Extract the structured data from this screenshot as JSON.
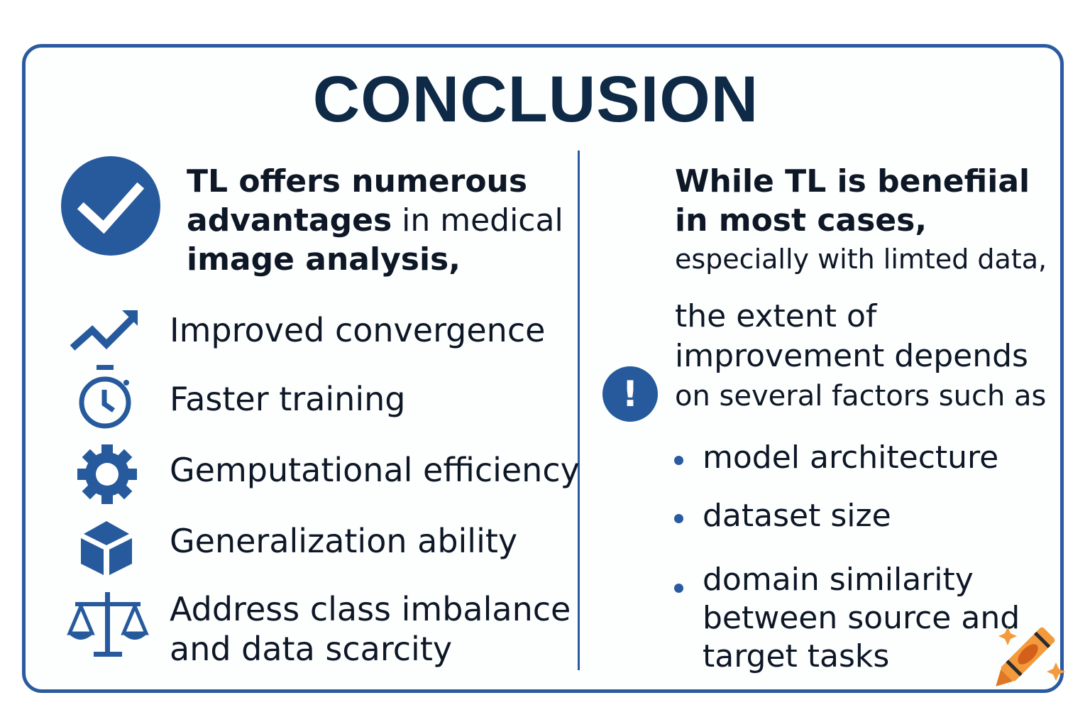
{
  "title": "CONCLUSION",
  "colors": {
    "primary_blue": "#265a9c",
    "title_navy": "#0e2a47",
    "text": "#0d1726",
    "crayon_orange": "#f39a3c"
  },
  "left": {
    "intro": {
      "icon": "check-circle-icon",
      "part1_bold": "TL offers numerous",
      "part2_bold": "advantages",
      "part2_regular": " in medical",
      "part3_bold": "image analysis,"
    },
    "features": [
      {
        "icon": "trend-up-icon",
        "label": "Improved convergence"
      },
      {
        "icon": "stopwatch-icon",
        "label": "Faster training"
      },
      {
        "icon": "gear-icon",
        "label": "Gemputational efficiency"
      },
      {
        "icon": "cube-icon",
        "label": "Generalization ability"
      },
      {
        "icon": "scales-icon",
        "label_line1": "Address class imbalance",
        "label_line2": "and data scarcity"
      }
    ]
  },
  "right": {
    "intro": {
      "line1_bold": "While TL is benefiial",
      "line2_bold": "in most cases,",
      "line3": "especially with limted data,"
    },
    "body": {
      "icon": "exclamation-icon",
      "icon_glyph": "!",
      "line1": "the extent of",
      "line2": "improvement depends",
      "line3": "on several factors such as"
    },
    "factors": [
      {
        "text": "model architecture"
      },
      {
        "text": "dataset size"
      },
      {
        "line1": "domain similarity",
        "line2": "between source and",
        "line3": "target tasks"
      }
    ]
  },
  "decoration": {
    "icon": "crayon-icon"
  }
}
